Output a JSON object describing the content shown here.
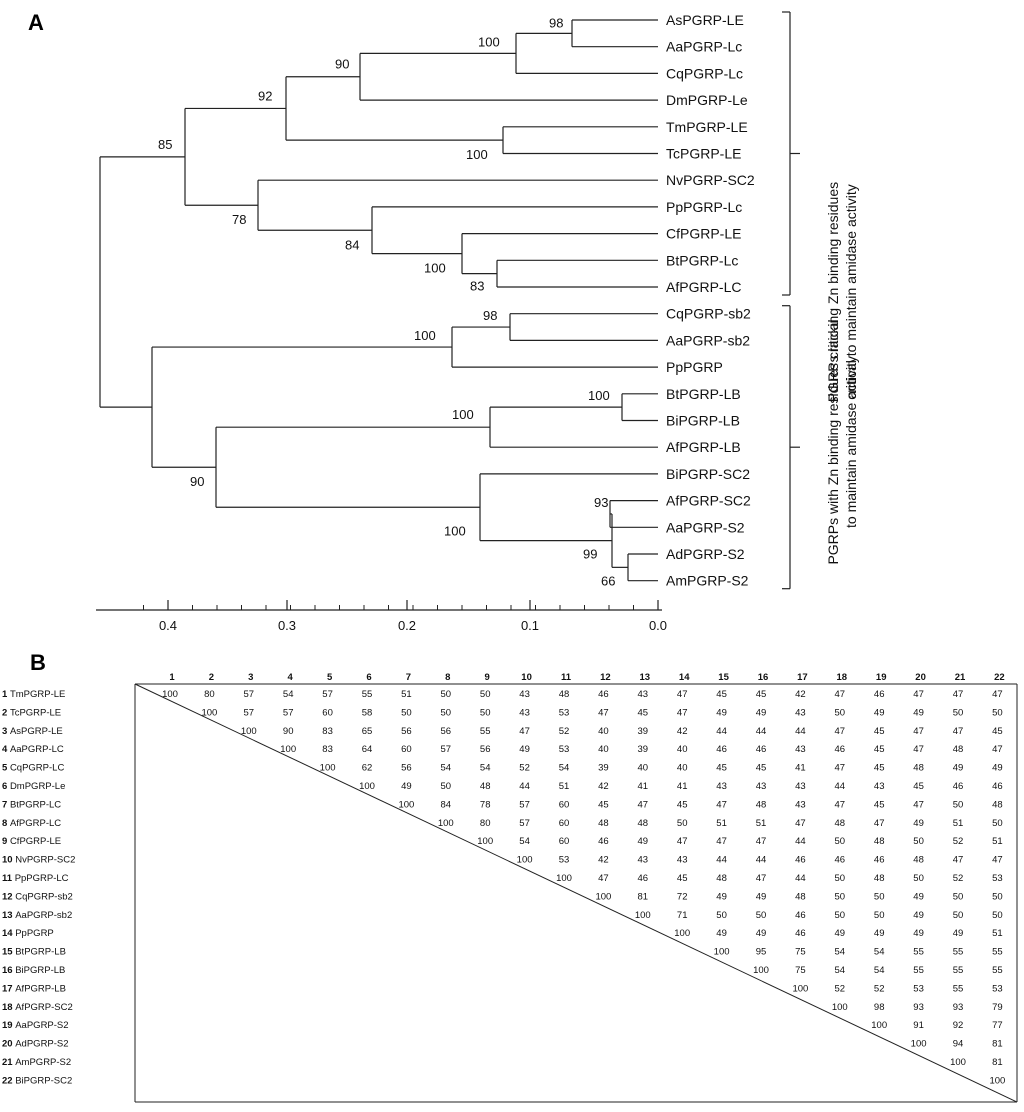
{
  "panel_a_label": "A",
  "panel_b_label": "B",
  "tree": {
    "leaves": [
      "AsPGRP-LE",
      "AaPGRP-Lc",
      "CqPGRP-Lc",
      "DmPGRP-Le",
      "TmPGRP-LE",
      "TcPGRP-LE",
      "NvPGRP-SC2",
      "PpPGRP-Lc",
      "CfPGRP-LE",
      "BtPGRP-Lc",
      "AfPGRP-LC",
      "CqPGRP-sb2",
      "AaPGRP-sb2",
      "PpPGRP",
      "BtPGRP-LB",
      "BiPGRP-LB",
      "AfPGRP-LB",
      "BiPGRP-SC2",
      "AfPGRP-SC2",
      "AaPGRP-S2",
      "AdPGRP-S2",
      "AmPGRP-S2"
    ],
    "bootstrap": [
      "98",
      "100",
      "90",
      "92",
      "100",
      "85",
      "78",
      "84",
      "100",
      "83",
      "98",
      "100",
      "100",
      "100",
      "90",
      "100",
      "93",
      "99",
      "66"
    ],
    "scale_ticks": [
      "0.4",
      "0.3",
      "0.2",
      "0.1",
      "0.0"
    ],
    "groups": [
      {
        "line1": "PGRPs lacking Zn binding residues",
        "line2": "critical to maintain amidase activity"
      },
      {
        "line1": "PGRPs with Zn binding residues critical",
        "line2": "to maintain amidase activity"
      }
    ]
  },
  "matrix": {
    "col_headers": [
      "1",
      "2",
      "3",
      "4",
      "5",
      "6",
      "7",
      "8",
      "9",
      "10",
      "11",
      "12",
      "13",
      "14",
      "15",
      "16",
      "17",
      "18",
      "19",
      "20",
      "21",
      "22"
    ],
    "row_labels": [
      "TmPGRP-LE",
      "TcPGRP-LE",
      "AsPGRP-LE",
      "AaPGRP-LC",
      "CqPGRP-LC",
      "DmPGRP-Le",
      "BtPGRP-LC",
      "AfPGRP-LC",
      "CfPGRP-LE",
      "NvPGRP-SC2",
      "PpPGRP-LC",
      "CqPGRP-sb2",
      "AaPGRP-sb2",
      "PpPGRP",
      "BtPGRP-LB",
      "BiPGRP-LB",
      "AfPGRP-LB",
      "AfPGRP-SC2",
      "AaPGRP-S2",
      "AdPGRP-S2",
      "AmPGRP-S2",
      "BiPGRP-SC2"
    ],
    "rows": [
      [
        100,
        80,
        57,
        54,
        57,
        55,
        51,
        50,
        50,
        43,
        48,
        46,
        43,
        47,
        45,
        45,
        42,
        47,
        46,
        47,
        47,
        47
      ],
      [
        100,
        57,
        57,
        60,
        58,
        50,
        50,
        50,
        43,
        53,
        47,
        45,
        47,
        49,
        49,
        43,
        50,
        49,
        49,
        50,
        50
      ],
      [
        100,
        90,
        83,
        65,
        56,
        56,
        55,
        47,
        52,
        40,
        39,
        42,
        44,
        44,
        44,
        47,
        45,
        47,
        47,
        45
      ],
      [
        100,
        83,
        64,
        60,
        57,
        56,
        49,
        53,
        40,
        39,
        40,
        46,
        46,
        43,
        46,
        45,
        47,
        48,
        47
      ],
      [
        100,
        62,
        56,
        54,
        54,
        52,
        54,
        39,
        40,
        40,
        45,
        45,
        41,
        47,
        45,
        48,
        49,
        49
      ],
      [
        100,
        49,
        50,
        48,
        44,
        51,
        42,
        41,
        41,
        43,
        43,
        43,
        44,
        43,
        45,
        46,
        46
      ],
      [
        100,
        84,
        78,
        57,
        60,
        45,
        47,
        45,
        47,
        48,
        43,
        47,
        45,
        47,
        50,
        48
      ],
      [
        100,
        80,
        57,
        60,
        48,
        48,
        50,
        51,
        51,
        47,
        48,
        47,
        49,
        51,
        50
      ],
      [
        100,
        54,
        60,
        46,
        49,
        47,
        47,
        47,
        44,
        50,
        48,
        50,
        52,
        51
      ],
      [
        100,
        53,
        42,
        43,
        43,
        44,
        44,
        46,
        46,
        46,
        48,
        47,
        47
      ],
      [
        100,
        47,
        46,
        45,
        48,
        47,
        44,
        50,
        48,
        50,
        52,
        53
      ],
      [
        100,
        81,
        72,
        49,
        49,
        48,
        50,
        50,
        49,
        50,
        50
      ],
      [
        100,
        71,
        50,
        50,
        46,
        50,
        50,
        49,
        50,
        50
      ],
      [
        100,
        49,
        49,
        46,
        49,
        49,
        49,
        49,
        51
      ],
      [
        100,
        95,
        75,
        54,
        54,
        55,
        55,
        55
      ],
      [
        100,
        75,
        54,
        54,
        55,
        55,
        55
      ],
      [
        100,
        52,
        52,
        53,
        55,
        53
      ],
      [
        100,
        98,
        93,
        93,
        79
      ],
      [
        100,
        91,
        92,
        77
      ],
      [
        100,
        94,
        81
      ],
      [
        100,
        81
      ],
      [
        100
      ]
    ]
  }
}
